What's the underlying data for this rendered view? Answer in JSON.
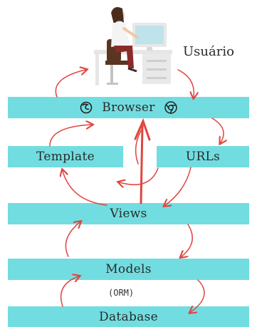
{
  "user": {
    "label": "Usuário"
  },
  "layers": {
    "browser": "Browser",
    "template": "Template",
    "urls": "URLs",
    "views": "Views",
    "models": "Models",
    "orm_note": "(ORM)",
    "database": "Database"
  },
  "icons": {
    "browser_left": "firefox-icon",
    "browser_right": "chrome-icon",
    "user": "person-at-desk-icon"
  },
  "colors": {
    "bar": "#72dde0",
    "arrow": "#e2443f",
    "text": "#2a2a2a"
  }
}
